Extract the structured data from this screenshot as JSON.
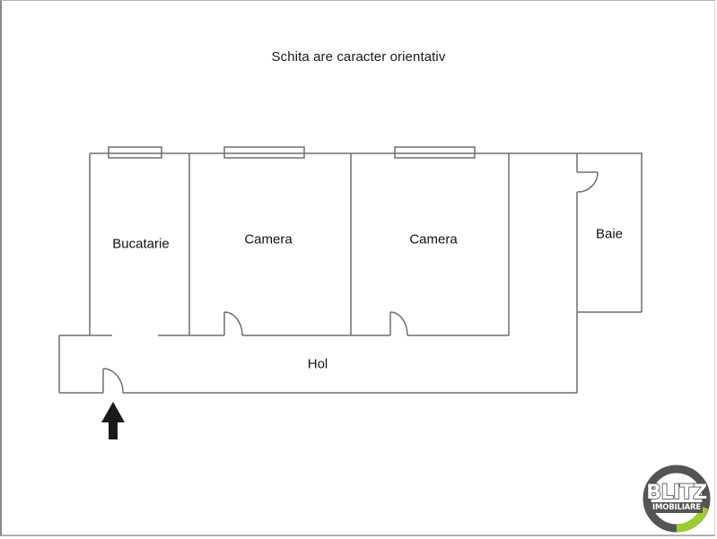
{
  "title": "Schita are caracter orientativ",
  "rooms": [
    {
      "id": "bucatarie",
      "label_dark": "Buc",
      "label_light": "atarie",
      "label": "Bucatarie"
    },
    {
      "id": "camera-1",
      "label": "Camera"
    },
    {
      "id": "camera-2",
      "label": "Camera"
    },
    {
      "id": "baie",
      "label": "Baie"
    },
    {
      "id": "hol",
      "label": "Hol"
    }
  ],
  "entrance": {
    "icon": "arrow-up-icon",
    "meaning": "entrance"
  },
  "logo": {
    "main": "BLITZ",
    "sub": "IMOBILIARE",
    "ring_color": "#555555",
    "accent_color": "#9acd32"
  },
  "colors": {
    "wall": "#6e6e6e",
    "arrow": "#1a1a1a"
  }
}
